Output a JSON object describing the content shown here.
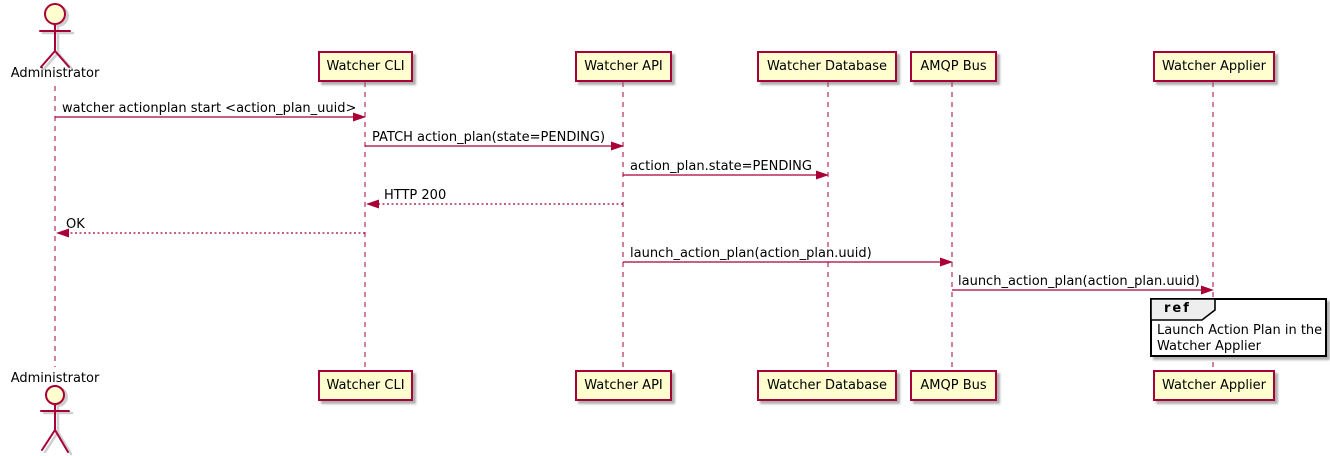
{
  "diagram_type": "sequence",
  "participants": [
    {
      "name": "Administrator",
      "kind": "actor"
    },
    {
      "name": "Watcher CLI",
      "kind": "participant"
    },
    {
      "name": "Watcher API",
      "kind": "participant"
    },
    {
      "name": "Watcher Database",
      "kind": "participant"
    },
    {
      "name": "AMQP Bus",
      "kind": "participant"
    },
    {
      "name": "Watcher Applier",
      "kind": "participant"
    }
  ],
  "messages": [
    {
      "from": "Administrator",
      "to": "Watcher CLI",
      "label": "watcher actionplan start <action_plan_uuid>",
      "style": "solid"
    },
    {
      "from": "Watcher CLI",
      "to": "Watcher API",
      "label": "PATCH action_plan(state=PENDING)",
      "style": "solid"
    },
    {
      "from": "Watcher API",
      "to": "Watcher Database",
      "label": "action_plan.state=PENDING",
      "style": "solid"
    },
    {
      "from": "Watcher API",
      "to": "Watcher CLI",
      "label": "HTTP 200",
      "style": "dashed"
    },
    {
      "from": "Watcher CLI",
      "to": "Administrator",
      "label": "OK",
      "style": "dashed"
    },
    {
      "from": "Watcher API",
      "to": "AMQP Bus",
      "label": "launch_action_plan(action_plan.uuid)",
      "style": "solid"
    },
    {
      "from": "AMQP Bus",
      "to": "Watcher Applier",
      "label": "launch_action_plan(action_plan.uuid)",
      "style": "solid"
    }
  ],
  "ref_fragment": {
    "keyword": "ref",
    "over": "Watcher Applier",
    "lines": [
      "Launch Action Plan in the",
      "Watcher Applier"
    ]
  },
  "colors": {
    "background": "#FFFFFF",
    "participant_fill": "#FEFECE",
    "border": "#A80036",
    "text": "#000000",
    "ref_border": "#000000",
    "ref_header_fill": "#EEEEEE"
  }
}
